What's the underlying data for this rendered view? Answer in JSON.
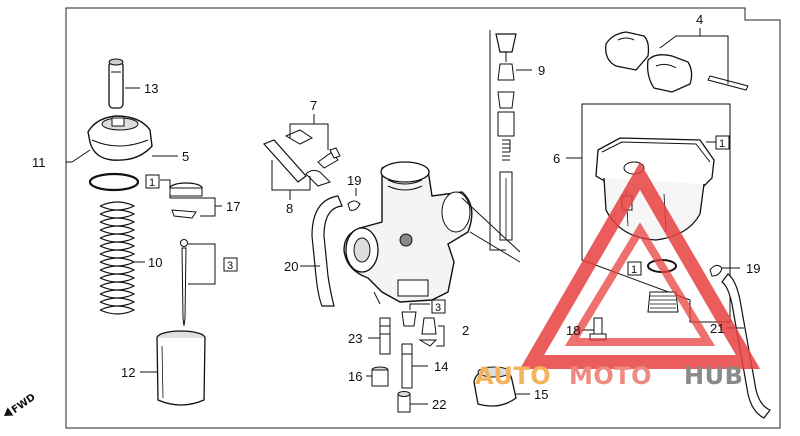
{
  "diagram": {
    "callouts": [
      {
        "id": "c13",
        "label": "13"
      },
      {
        "id": "c5",
        "label": "5"
      },
      {
        "id": "c11",
        "label": "11"
      },
      {
        "id": "c17",
        "label": "17"
      },
      {
        "id": "c10",
        "label": "10"
      },
      {
        "id": "c12",
        "label": "12"
      },
      {
        "id": "c7",
        "label": "7"
      },
      {
        "id": "c8",
        "label": "8"
      },
      {
        "id": "c19a",
        "label": "19"
      },
      {
        "id": "c20",
        "label": "20"
      },
      {
        "id": "c9",
        "label": "9"
      },
      {
        "id": "c4",
        "label": "4"
      },
      {
        "id": "c6",
        "label": "6"
      },
      {
        "id": "c19b",
        "label": "19"
      },
      {
        "id": "c21",
        "label": "21"
      },
      {
        "id": "c18",
        "label": "18"
      },
      {
        "id": "c23",
        "label": "23"
      },
      {
        "id": "c2",
        "label": "2"
      },
      {
        "id": "c16",
        "label": "16"
      },
      {
        "id": "c14",
        "label": "14"
      },
      {
        "id": "c22",
        "label": "22"
      },
      {
        "id": "c15",
        "label": "15"
      }
    ],
    "boxed_callouts": [
      {
        "id": "b1a",
        "label": "1"
      },
      {
        "id": "b3a",
        "label": "3"
      },
      {
        "id": "b1b",
        "label": "1"
      },
      {
        "id": "b1c",
        "label": "1"
      },
      {
        "id": "b3b",
        "label": "3"
      }
    ],
    "direction_marker": "FWD"
  },
  "watermark": {
    "text_auto": "AUTO",
    "text_moto": "MOTO",
    "text_hub": "HUB",
    "colors": {
      "auto": "#f4b35a",
      "moto": "#ef8a80",
      "hub": "#8a8a8a",
      "triangle": "#e8413f"
    }
  }
}
